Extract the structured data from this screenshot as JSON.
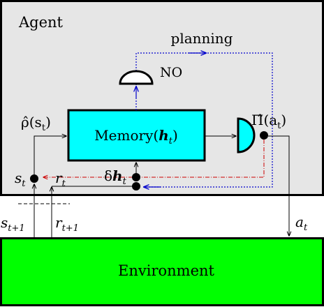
{
  "agent": {
    "title": "Agent",
    "background": "#e6e6e6"
  },
  "environment": {
    "label": "Environment",
    "color": "#00ff00"
  },
  "memory": {
    "label": "Memory(",
    "symbol": "h",
    "subscript": "t",
    "close": ")",
    "color": "#00ffff"
  },
  "planning": {
    "label": "planning",
    "color": "#0000cc"
  },
  "no_gate": {
    "label": "NO"
  },
  "signals": {
    "rho": {
      "base": "ρ̂(s",
      "sub": "t",
      "close": ")"
    },
    "pi": {
      "base": "Π̂(a",
      "sub": "t",
      "close": ")"
    },
    "s_t": {
      "base": "s",
      "sub": "t"
    },
    "r_t": {
      "base": "r",
      "sub": "t"
    },
    "delta_h": {
      "base": "δ",
      "symbol": "h",
      "sub": "t"
    },
    "s_next": {
      "base": "s",
      "sub": "t+1"
    },
    "r_next": {
      "base": "r",
      "sub": "t+1"
    },
    "a_t": {
      "base": "a",
      "sub": "t"
    }
  },
  "colors": {
    "planning_line": "#0000cc",
    "feedback_line": "#cc0000",
    "policy_gate": "#00ffff"
  }
}
